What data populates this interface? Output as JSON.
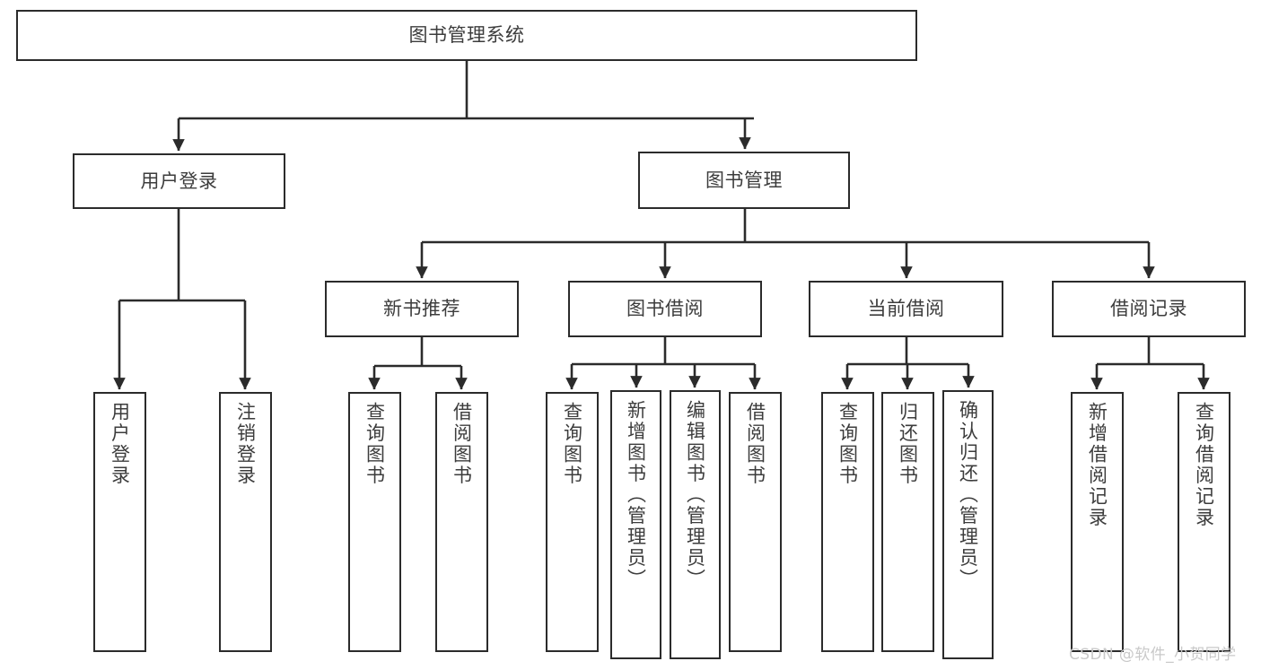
{
  "diagram": {
    "title": "图书管理系统",
    "root": {
      "label": "图书管理系统"
    },
    "level1": [
      {
        "label": "用户登录"
      },
      {
        "label": "图书管理"
      }
    ],
    "level2": [
      {
        "label": "新书推荐"
      },
      {
        "label": "图书借阅"
      },
      {
        "label": "当前借阅"
      },
      {
        "label": "借阅记录"
      }
    ],
    "leaves": {
      "user_login": [
        {
          "label": "用户登录"
        },
        {
          "label": "注销登录"
        }
      ],
      "new_book_recommend": [
        {
          "label": "查询图书"
        },
        {
          "label": "借阅图书"
        }
      ],
      "book_borrow": [
        {
          "label": "查询图书"
        },
        {
          "label": "新增图书（管理员）"
        },
        {
          "label": "编辑图书（管理员）"
        },
        {
          "label": "借阅图书"
        }
      ],
      "current_borrow": [
        {
          "label": "查询图书"
        },
        {
          "label": "归还图书"
        },
        {
          "label": "确认归还（管理员）"
        }
      ],
      "borrow_record": [
        {
          "label": "新增借阅记录"
        },
        {
          "label": "查询借阅记录"
        }
      ]
    }
  },
  "watermark": {
    "text": "CSDN @软件_小贺同学"
  },
  "colors": {
    "border": "#2b2b2b",
    "text": "#3c3c3c",
    "background": "#ffffff",
    "watermark": "#c9c9c9"
  }
}
